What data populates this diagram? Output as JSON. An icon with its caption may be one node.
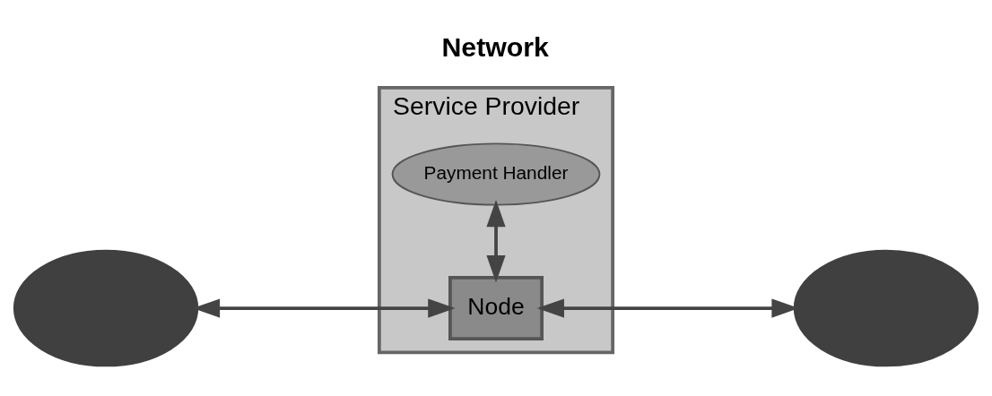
{
  "diagram": {
    "title": "Network",
    "nodes": [
      {
        "text": [],
        "shape": "ellipse"
      },
      {
        "text": [
          "Service Provider"
        ]
      },
      {
        "text": [
          "Node"
        ],
        "in": 1
      },
      {
        "text": [
          "Payment Handler"
        ],
        "in": 1
      },
      {
        "text": [],
        "shape": "ellipse"
      }
    ],
    "edges": [
      {
        "from": 0,
        "to": 2,
        "arrow": "both"
      },
      {
        "from": 2,
        "to": 4,
        "arrow": "both"
      },
      {
        "from": 2,
        "to": 3,
        "arrow": "both"
      }
    ]
  }
}
